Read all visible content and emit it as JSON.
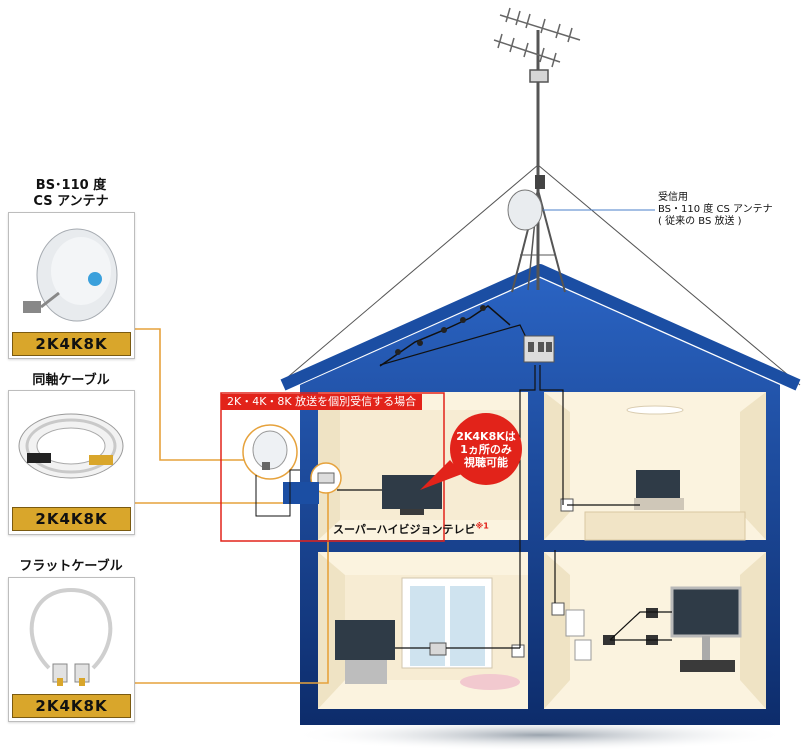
{
  "sidebar": {
    "antenna": {
      "title_line1": "BS･110 度",
      "title_line2": "CS アンテナ",
      "badge": "2K4K8K"
    },
    "cable": {
      "title": "同軸ケーブル",
      "badge": "2K4K8K"
    },
    "flat_cable": {
      "title": "フラットケーブル",
      "badge": "2K4K8K"
    }
  },
  "callout": {
    "line1": "受信用",
    "line2": "BS・110 度 CS アンテナ",
    "line3": "( 従来の BS 放送 )"
  },
  "individual_box": {
    "title": "2K・4K・8K 放送を個別受信する場合",
    "bubble_line1": "2K4K8Kは",
    "bubble_line2": "1ヵ所のみ",
    "bubble_line3": "視聴可能",
    "tv_label": "スーパーハイビジョンテレビ",
    "tv_note": "※1"
  },
  "colors": {
    "roof_blue": "#1b4ea3",
    "wall_cream": "#fbf3df",
    "accent_red": "#e2231a",
    "line_orange": "#e6a23c",
    "badge_gold": "#d9a62b"
  }
}
